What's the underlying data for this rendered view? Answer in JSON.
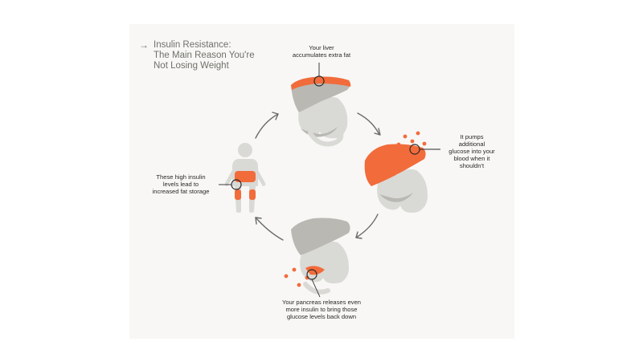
{
  "title": {
    "arrow": "→",
    "lines": [
      "Insulin Resistance:",
      "The Main Reason You're",
      "Not Losing Weight"
    ]
  },
  "steps": [
    {
      "lines": [
        "Your liver",
        "accumulates extra fat"
      ]
    },
    {
      "lines": [
        "It pumps",
        "additional",
        "glucose into your",
        "blood when it",
        "shouldn't"
      ]
    },
    {
      "lines": [
        "Your pancreas releases even",
        "more insulin to bring those",
        "glucose levels back down"
      ]
    },
    {
      "lines": [
        "These high insulin",
        "levels lead to",
        "increased fat storage"
      ]
    }
  ],
  "colors": {
    "accent": "#f26b3a",
    "organ_dark": "#b9b8b3",
    "organ_light": "#d9d9d6",
    "line": "#6b6b6b",
    "panel": "#f8f7f5"
  }
}
